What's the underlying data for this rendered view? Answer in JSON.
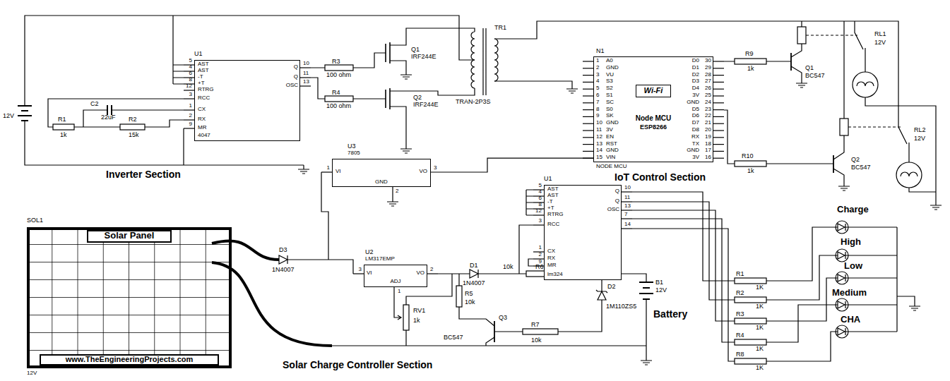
{
  "diagram": {
    "nodes": [
      {
        "text": [
          "U1",
          "AST",
          "AST",
          "-T",
          "+T",
          "RTRG",
          "RCC",
          "CX",
          "RX",
          "MR",
          "Q",
          "Q",
          "OSC",
          "4047",
          "5",
          "4",
          "6",
          "8",
          "12",
          "3",
          "1",
          "2",
          "9",
          "10",
          "11",
          "13"
        ]
      },
      {
        "text": [
          "N1",
          "Node MCU",
          "ESP8266",
          "NODE MCU",
          "1",
          "2",
          "3",
          "4",
          "5",
          "6",
          "7",
          "8",
          "9",
          "10",
          "11",
          "12",
          "13",
          "14",
          "15",
          "A0",
          "GND",
          "VU",
          "S3",
          "S2",
          "S1",
          "SC",
          "S0",
          "SK",
          "GND",
          "3V",
          "EN",
          "RST",
          "GND",
          "VIN",
          "D0",
          "D1",
          "D2",
          "D3",
          "D4",
          "3V",
          "GND",
          "D5",
          "D6",
          "D7",
          "D8",
          "RX",
          "TX",
          "GND",
          "3V",
          "30",
          "29",
          "28",
          "27",
          "26",
          "25",
          "24",
          "23",
          "22",
          "21",
          "20",
          "19",
          "18",
          "17",
          "16"
        ]
      },
      {
        "text": [
          "Wi-Fi"
        ],
        "in": 1
      },
      {
        "text": [
          "U3",
          "7805",
          "VI",
          "VO",
          "GND",
          "1",
          "3",
          "2"
        ]
      },
      {
        "text": [
          "U1",
          "AST",
          "AST",
          "-T",
          "+T",
          "RTRG",
          "RCC",
          "CX",
          "RX",
          "MR",
          "Q",
          "Q",
          "OSC",
          "lm324",
          "5",
          "4",
          "6",
          "8",
          "12",
          "3",
          "1",
          "2",
          "9",
          "10",
          "11",
          "13",
          "7",
          "14"
        ]
      },
      {
        "text": [
          "U2",
          "LM317EMP",
          "VI",
          "VO",
          "ADJ",
          "3",
          "2",
          "1"
        ]
      },
      {
        "text": [
          "SOL1",
          "12V"
        ]
      },
      {
        "text": [
          "Solar Panel"
        ],
        "in": 6
      },
      {
        "text": [
          "www.TheEngineeringProjects.com"
        ],
        "in": 6
      }
    ],
    "edges": [
      {
        "from": 3,
        "to": 1,
        "arrow": "none"
      }
    ],
    "labels": [
      "12V",
      "R3",
      "100 ohm",
      "R4",
      "100 ohm",
      "Q1",
      "IRF244E",
      "Q2",
      "IRF244E",
      "TR1",
      "TRAN-2P3S",
      "R1",
      "1k",
      "C2",
      "22uF",
      "R2",
      "15k",
      "Inverter Section",
      "R9",
      "1k",
      "Q1",
      "BC547",
      "RL1",
      "12V",
      "R10",
      "1k",
      "Q2",
      "BC547",
      "RL2",
      "12V",
      "IoT Control Section",
      "Charge",
      "High",
      "Low",
      "Medium",
      "CHA",
      "R1",
      "1K",
      "R2",
      "1K",
      "R3",
      "1K",
      "R4",
      "1K",
      "R8",
      "1K",
      "D3",
      "1N4007",
      "D1",
      "1N4007",
      "10k",
      "R6",
      "R5",
      "10k",
      "RV1",
      "1k",
      "Q3",
      "BC547",
      "R7",
      "10k",
      "D2",
      "1M110ZS5",
      "B1",
      "12V",
      "Battery",
      "Solar Charge Controller Section"
    ]
  }
}
